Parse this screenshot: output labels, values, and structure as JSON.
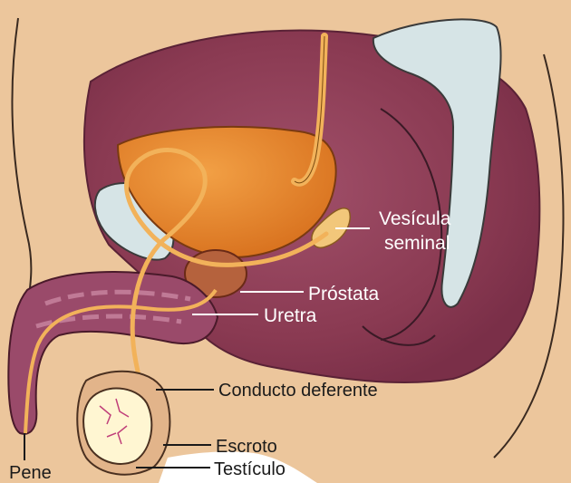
{
  "diagram": {
    "labels": {
      "vesicula_line1": "Vesícula",
      "vesicula_line2": "seminal",
      "prostata": "Próstata",
      "uretra": "Uretra",
      "conducto": "Conducto deferente",
      "escroto": "Escroto",
      "testiculo": "Testículo",
      "pene": "Pene"
    },
    "colors": {
      "skin": "#ecc69c",
      "cavity": "#8a3a52",
      "bladder": "#e8872a",
      "duct": "#f2b25a",
      "bone": "#d6e4e6",
      "penile_tissue": "#9a4a6a",
      "testicle": "#fff6d2",
      "label_light": "#ffffff",
      "label_dark": "#1a1a1a"
    }
  }
}
